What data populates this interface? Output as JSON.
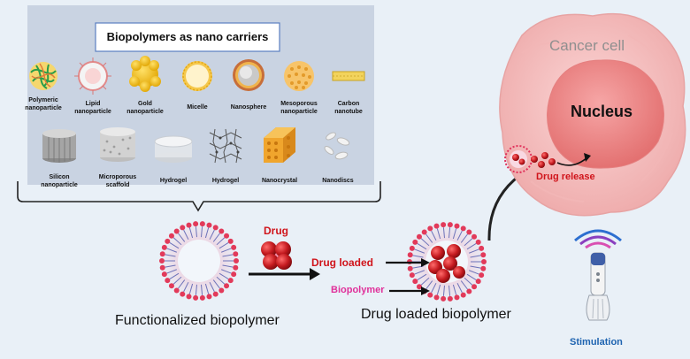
{
  "panel": {
    "title": "Biopolymers as nano carriers",
    "row1": [
      {
        "label": "Polymeric\nnanoparticle",
        "icon": "polymeric-nanoparticle-icon"
      },
      {
        "label": "Lipid\nnanoparticle",
        "icon": "lipid-nanoparticle-icon"
      },
      {
        "label": "Gold\nnanoparticle",
        "icon": "gold-nanoparticle-icon"
      },
      {
        "label": "Micelle",
        "icon": "micelle-icon"
      },
      {
        "label": "Nanosphere",
        "icon": "nanosphere-icon"
      },
      {
        "label": "Mesoporous\nnanoparticle",
        "icon": "mesoporous-nanoparticle-icon"
      },
      {
        "label": "Carbon\nnanotube",
        "icon": "carbon-nanotube-icon"
      }
    ],
    "row2": [
      {
        "label": "Silicon\nnanoparticle",
        "icon": "silicon-nanoparticle-icon"
      },
      {
        "label": "Microporous\nscaffold",
        "icon": "microporous-scaffold-icon"
      },
      {
        "label": "Hydrogel",
        "icon": "hydrogel-block-icon"
      },
      {
        "label": "Hydrogel",
        "icon": "hydrogel-network-icon"
      },
      {
        "label": "Nanocrystal",
        "icon": "nanocrystal-icon"
      },
      {
        "label": "Nanodiscs",
        "icon": "nanodiscs-icon"
      }
    ]
  },
  "flow": {
    "functionalized_label": "Functionalized biopolymer",
    "drug_label": "Drug",
    "drug_loaded_label": "Drug loaded",
    "biopolymer_label": "Biopolymer",
    "drug_loaded_biopolymer_label": "Drug loaded biopolymer"
  },
  "cell": {
    "title": "Cancer cell",
    "nucleus": "Nucleus",
    "release": "Drug release"
  },
  "device": {
    "label": "Stimulation"
  },
  "colors": {
    "background": "#e9f0f7",
    "panel": "#c9d3e2",
    "red_text": "#d0141b",
    "pink_text": "#e0309a",
    "blue_text": "#1e63b0",
    "cell": "#f7c4c4",
    "nucleus": "#f08c8c"
  }
}
